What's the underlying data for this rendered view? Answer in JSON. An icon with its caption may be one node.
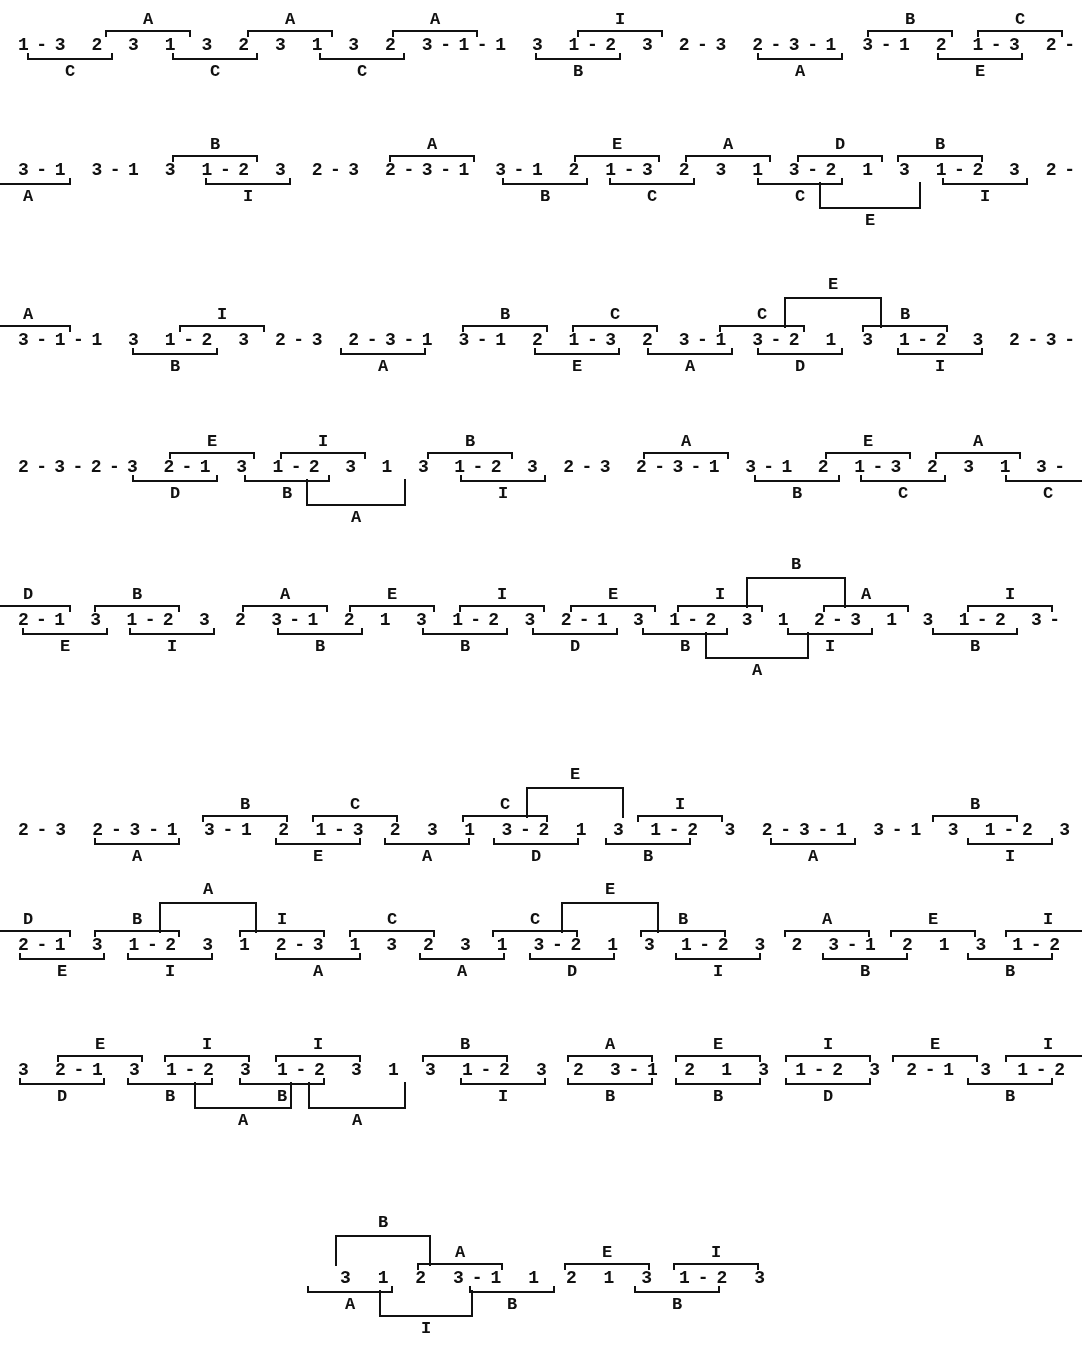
{
  "diagram": {
    "labels": [
      "A",
      "A",
      "A",
      "I",
      "B",
      "C",
      "1-3 2 3 1 3 2 3 1 3 2 3-1-1 3 1-2 3 2-3 2-3-1 3-1 2 1-3 2-",
      "C",
      "C",
      "C",
      "B",
      "A",
      "E",
      "B",
      "A",
      "E",
      "A",
      "D",
      "B",
      "3-1 3-1 3 1-2 3 2-3 2-3-1 3-1 2 1-3 2 3 1 3-2 1 3 1-2 3 2-",
      "A",
      "I",
      "B",
      "C",
      "C",
      "I",
      "E",
      "E",
      "A",
      "I",
      "B",
      "C",
      "C",
      "B",
      "3-1-1 3 1-2 3 2-3 2-3-1 3-1 2 1-3 2 3-1 3-2 1 3 1-2 3 2-3-",
      "B",
      "A",
      "E",
      "A",
      "D",
      "I",
      "E",
      "I",
      "B",
      "A",
      "E",
      "A",
      "2-3-2-3 2-1 3 1-2 3 1 3 1-2 3 2-3 2-3-1 3-1 2 1-3 2 3 1 3-",
      "D",
      "B",
      "I",
      "B",
      "C",
      "C",
      "A",
      "B",
      "D",
      "B",
      "A",
      "E",
      "I",
      "E",
      "I",
      "A",
      "I",
      "2-1 3 1-2 3 2 3-1 2 1 3 1-2 3 2-1 3 1-2 3 1 2-3 1 3 1-2 3-",
      "E",
      "I",
      "B",
      "B",
      "D",
      "B",
      "I",
      "B",
      "A",
      "E",
      "B",
      "C",
      "C",
      "I",
      "B",
      "2-3 2-3-1 3-1 2 1-3 2 3 1 3-2 1 3 1-2 3 2-3-1 3-1 3 1-2 3",
      "A",
      "E",
      "A",
      "D",
      "B",
      "A",
      "I",
      "A",
      "E",
      "D",
      "B",
      "I",
      "C",
      "C",
      "B",
      "A",
      "E",
      "I",
      "2-1 3 1-2 3 1 2-3 1 3 2 3 1 3-2 1 3 1-2 3 2 3-1 2 1 3 1-2",
      "E",
      "I",
      "A",
      "A",
      "D",
      "I",
      "B",
      "B",
      "E",
      "I",
      "I",
      "B",
      "A",
      "E",
      "I",
      "E",
      "I",
      "3 2-1 3 1-2 3 1-2 3 1 3 1-2 3 2 3-1 2 1 3 1-2 3 2-1 3 1-2",
      "D",
      "B",
      "B",
      "I",
      "B",
      "B",
      "D",
      "B",
      "A",
      "A",
      "B",
      "A",
      "E",
      "I",
      "3 1 2 3-1 1 2 1 3 1-2 3",
      "A",
      "B",
      "B",
      "I"
    ]
  }
}
